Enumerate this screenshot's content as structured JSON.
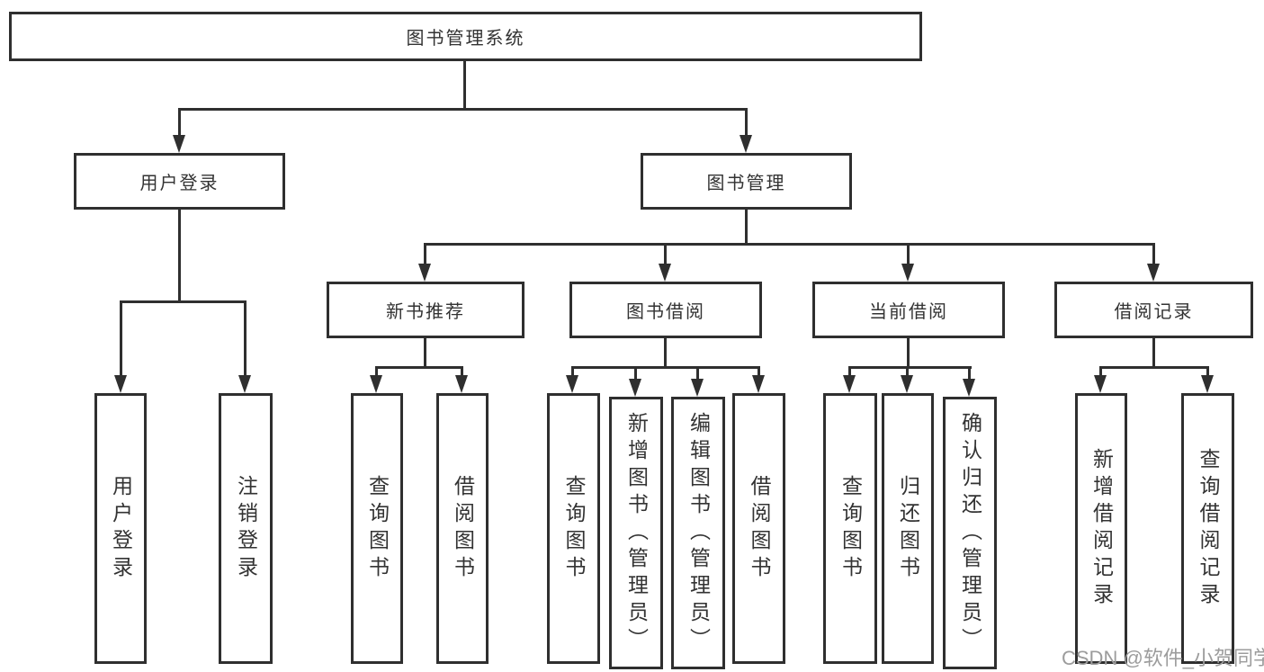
{
  "diagram": {
    "root": "图书管理系统",
    "level2": [
      {
        "id": "user-login",
        "label": "用户登录",
        "leaves": [
          "用户登录",
          "注销登录"
        ]
      },
      {
        "id": "book-management",
        "label": "图书管理"
      }
    ],
    "level3": [
      {
        "id": "new-book-recommend",
        "label": "新书推荐",
        "leaves": [
          "查询图书",
          "借阅图书"
        ]
      },
      {
        "id": "book-borrowing",
        "label": "图书借阅",
        "leaves": [
          "查询图书",
          "新增图书（管理员）",
          "编辑图书（管理员）",
          "借阅图书"
        ]
      },
      {
        "id": "current-borrowing",
        "label": "当前借阅",
        "leaves": [
          "查询图书",
          "归还图书",
          "确认归还（管理员）"
        ]
      },
      {
        "id": "borrowing-records",
        "label": "借阅记录",
        "leaves": [
          "新增借阅记录",
          "查询借阅记录"
        ]
      }
    ]
  },
  "watermark": {
    "text": "CSDN @软件_小贺同学"
  },
  "colors": {
    "line": "#2f2f2f",
    "text": "#333333",
    "watermark": "#9c9c9c",
    "background": "#ffffff"
  }
}
